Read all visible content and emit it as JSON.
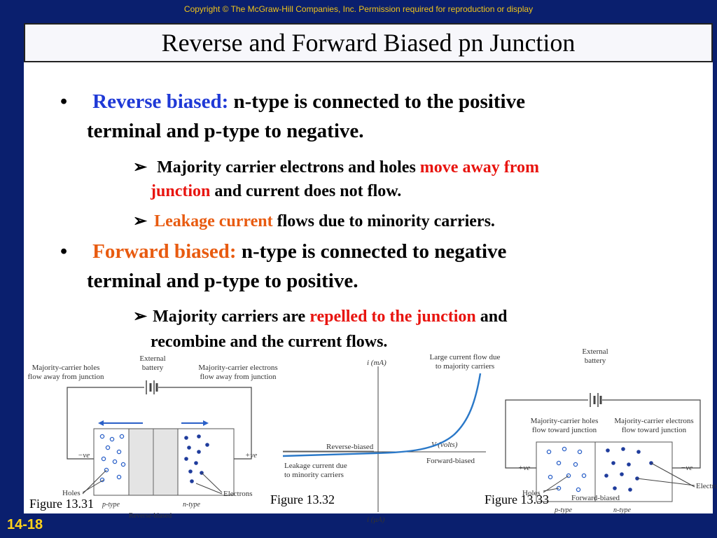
{
  "copyright": "Copyright © The McGraw-Hill Companies, Inc. Permission required for reproduction or display",
  "title": "Reverse and Forward Biased pn Junction",
  "page_number": "14-18",
  "bullets": {
    "b1": {
      "marker": "•",
      "term": "Reverse biased:",
      "text1": " n-type is connected to the positive",
      "text2": "terminal and p-type to negative."
    },
    "s1": {
      "marker": "➢",
      "pre": "Majority carrier electrons and holes ",
      "hl1": "move away from",
      "hl2": "junction",
      "post": " and current does not flow."
    },
    "s2": {
      "marker": "➢",
      "hl": "Leakage current",
      "post": " flows due to minority carriers."
    },
    "b2": {
      "marker": "•",
      "term": "Forward biased:",
      "text1": "  n-type is connected to negative",
      "text2": "terminal and p-type to positive."
    },
    "s3": {
      "marker": "➢",
      "pre": "Majority carriers are ",
      "hl": "repelled to the junction",
      "post": " and",
      "line2": "recombine and the current flows."
    }
  },
  "figures": {
    "f31": {
      "caption": "Figure 13.31",
      "holes_note_1": "Majority-carrier holes",
      "holes_note_2": "flow away from junction",
      "battery_1": "External",
      "battery_2": "battery",
      "electrons_note_1": "Majority-carrier electrons",
      "electrons_note_2": "flow away from junction",
      "neg": "−ve",
      "pos": "+ve",
      "holes": "Holes",
      "electrons": "Electrons",
      "ptype": "p-type",
      "ntype": "n-type",
      "mode": "Reverse-biased"
    },
    "f32": {
      "caption": "Figure 13.32",
      "y_top": "i (mA)",
      "y_bottom": "i (μA)",
      "x_label": "V (volts)",
      "large_flow_1": "Large current flow due",
      "large_flow_2": "to majority carriers",
      "reverse": "Reverse-biased",
      "forward": "Forward-biased",
      "leak_1": "Leakage current due",
      "leak_2": "to minority carriers"
    },
    "f33": {
      "caption": "Figure 13.33",
      "battery_1": "External",
      "battery_2": "battery",
      "holes_note_1": "Majority-carrier holes",
      "holes_note_2": "flow toward junction",
      "electrons_note_1": "Majority-carrier electrons",
      "electrons_note_2": "flow toward junction",
      "pos": "+ve",
      "neg": "−ve",
      "holes": "Holes",
      "electrons": "Electrons",
      "ptype": "p-type",
      "ntype": "n-type",
      "mode": "Forward-biased"
    }
  },
  "colors": {
    "background": "#0a1f6e",
    "copyright": "#f0c419",
    "term_blue": "#1f39d6",
    "term_orange": "#e85b10",
    "highlight_red": "#e8140f",
    "curve": "#2a78c8"
  }
}
